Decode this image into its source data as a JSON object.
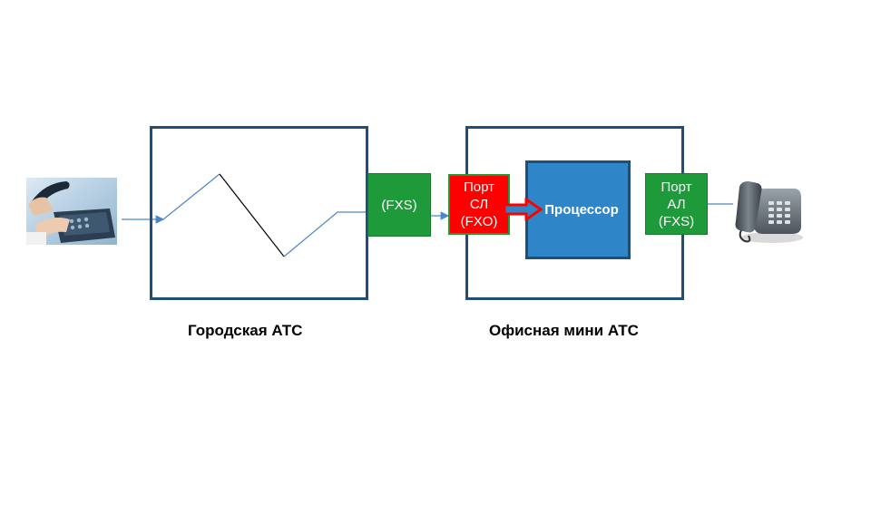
{
  "city_pbx": {
    "label": "Городская АТС",
    "port_label": "(FXS)"
  },
  "office_pbx": {
    "label": "Офисная мини  АТС",
    "trunk_port": {
      "lines": [
        "Порт",
        "СЛ",
        "(FXO)"
      ]
    },
    "processor_label": "Процессор",
    "subscriber_port": {
      "lines": [
        "Порт",
        "АЛ",
        "(FXS)"
      ]
    }
  },
  "icons": {
    "left": "hand-dialing-phone-icon",
    "right": "desk-phone-icon"
  },
  "colors": {
    "frame": "#1f4e79",
    "port_green": "#1e9a3a",
    "port_red": "#ff0000",
    "processor": "#2e86c8",
    "line": "#4a86c8"
  }
}
